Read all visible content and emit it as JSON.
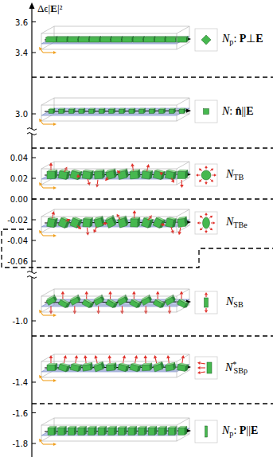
{
  "diagram": {
    "labels": [
      "Δϵ|E|²",
      "3.6",
      "Np: P⊥E",
      "3.4",
      "N: n̂||E",
      "3.0",
      "0.04",
      "NTB",
      "0.02",
      "0.00",
      "-0.02",
      "NTBe",
      "-0.04",
      "-0.06",
      "NSB",
      "-1.0",
      "N*SBp",
      "-1.4",
      "-1.6",
      "Np: P||E",
      "-1.8"
    ]
  }
}
